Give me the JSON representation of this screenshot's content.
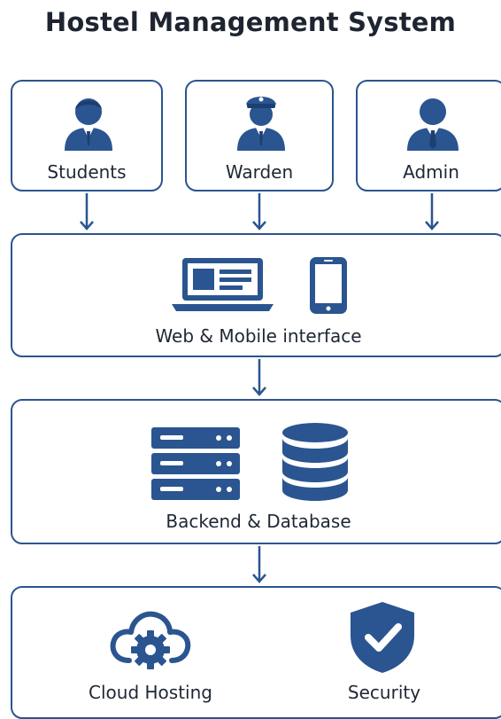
{
  "title": "Hostel Management System",
  "roles": [
    {
      "label": "Students",
      "icon": "student-icon"
    },
    {
      "label": "Warden",
      "icon": "warden-icon"
    },
    {
      "label": "Admin",
      "icon": "admin-icon"
    }
  ],
  "interface": {
    "label": "Web & Mobile interface",
    "icons": [
      "laptop-icon",
      "smartphone-icon"
    ]
  },
  "backend": {
    "label": "Backend & Database",
    "icons": [
      "server-icon",
      "database-icon"
    ]
  },
  "infrastructure": {
    "items": [
      {
        "label": "Cloud Hosting",
        "icon": "cloud-gear-icon"
      },
      {
        "label": "Security",
        "icon": "shield-check-icon"
      }
    ]
  },
  "colors": {
    "primary": "#2a5590",
    "border": "#2a5590",
    "text": "#1f2733",
    "background": "#ffffff"
  }
}
